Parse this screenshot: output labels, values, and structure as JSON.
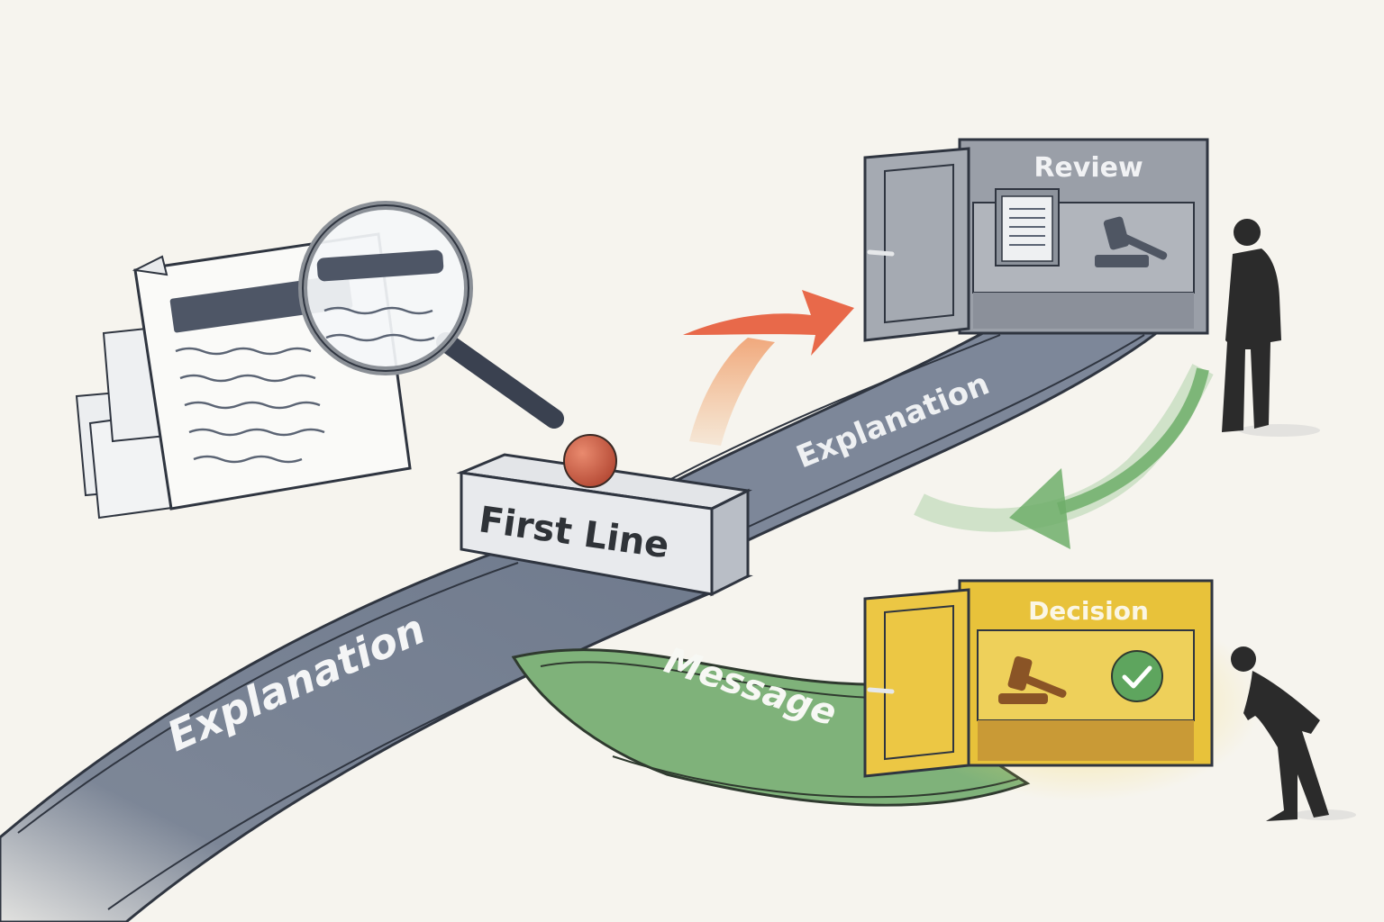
{
  "diagram": {
    "labels": {
      "first_line": "First Line",
      "review": "Review",
      "decision": "Decision",
      "explanation_lower": "Explanation",
      "explanation_upper": "Explanation",
      "message": "Message"
    },
    "icons": [
      "document-stack-icon",
      "magnifier-icon",
      "clipboard-icon",
      "gavel-icon",
      "check-circle-icon",
      "person-icon"
    ],
    "colors": {
      "background": "#f6f4ee",
      "road_gray": "#6f7a8d",
      "road_edge": "#a8b1bf",
      "message_green": "#7fb27a",
      "review_gray": "#9a9fa8",
      "decision_yellow": "#e8c23a",
      "arrow_orange": "#e8694a",
      "arrow_green": "#6fae6a",
      "ball_red": "#c95a44",
      "silhouette": "#2b2b2b"
    }
  }
}
